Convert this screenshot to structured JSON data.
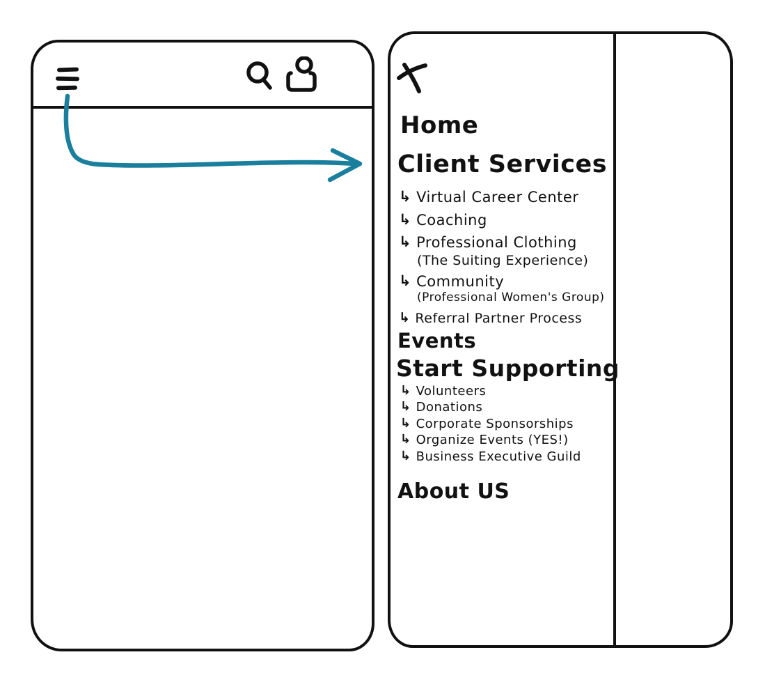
{
  "colors": {
    "ink": "#111111",
    "arrow": "#1a7f9d",
    "background": "#ffffff"
  },
  "glyphs": {
    "sub_arrow": "↳"
  },
  "left_screen": {
    "description_icons": [
      "hamburger-menu-icon",
      "search-icon",
      "profile-icon"
    ]
  },
  "right_screen": {
    "close_icon": "close-x-icon",
    "menu": {
      "items": [
        {
          "level": "top",
          "label": "Home"
        },
        {
          "level": "top",
          "label": "Client Services"
        },
        {
          "level": "sub",
          "label": "Virtual Career Center"
        },
        {
          "level": "sub",
          "label": "Coaching"
        },
        {
          "level": "sub",
          "label": "Professional Clothing",
          "note": "(The Suiting Experience)"
        },
        {
          "level": "sub",
          "label": "Community",
          "note": "(Professional Women's Group)"
        },
        {
          "level": "sub",
          "label": "Referral Partner Process"
        },
        {
          "level": "top",
          "label": "Events"
        },
        {
          "level": "top",
          "label": "Start Supporting"
        },
        {
          "level": "sub",
          "label": "Volunteers"
        },
        {
          "level": "sub",
          "label": "Donations"
        },
        {
          "level": "sub",
          "label": "Corporate Sponsorships"
        },
        {
          "level": "sub",
          "label": "Organize Events (YES!)"
        },
        {
          "level": "sub",
          "label": "Business Executive Guild"
        },
        {
          "level": "top",
          "label": "About US"
        }
      ]
    }
  }
}
